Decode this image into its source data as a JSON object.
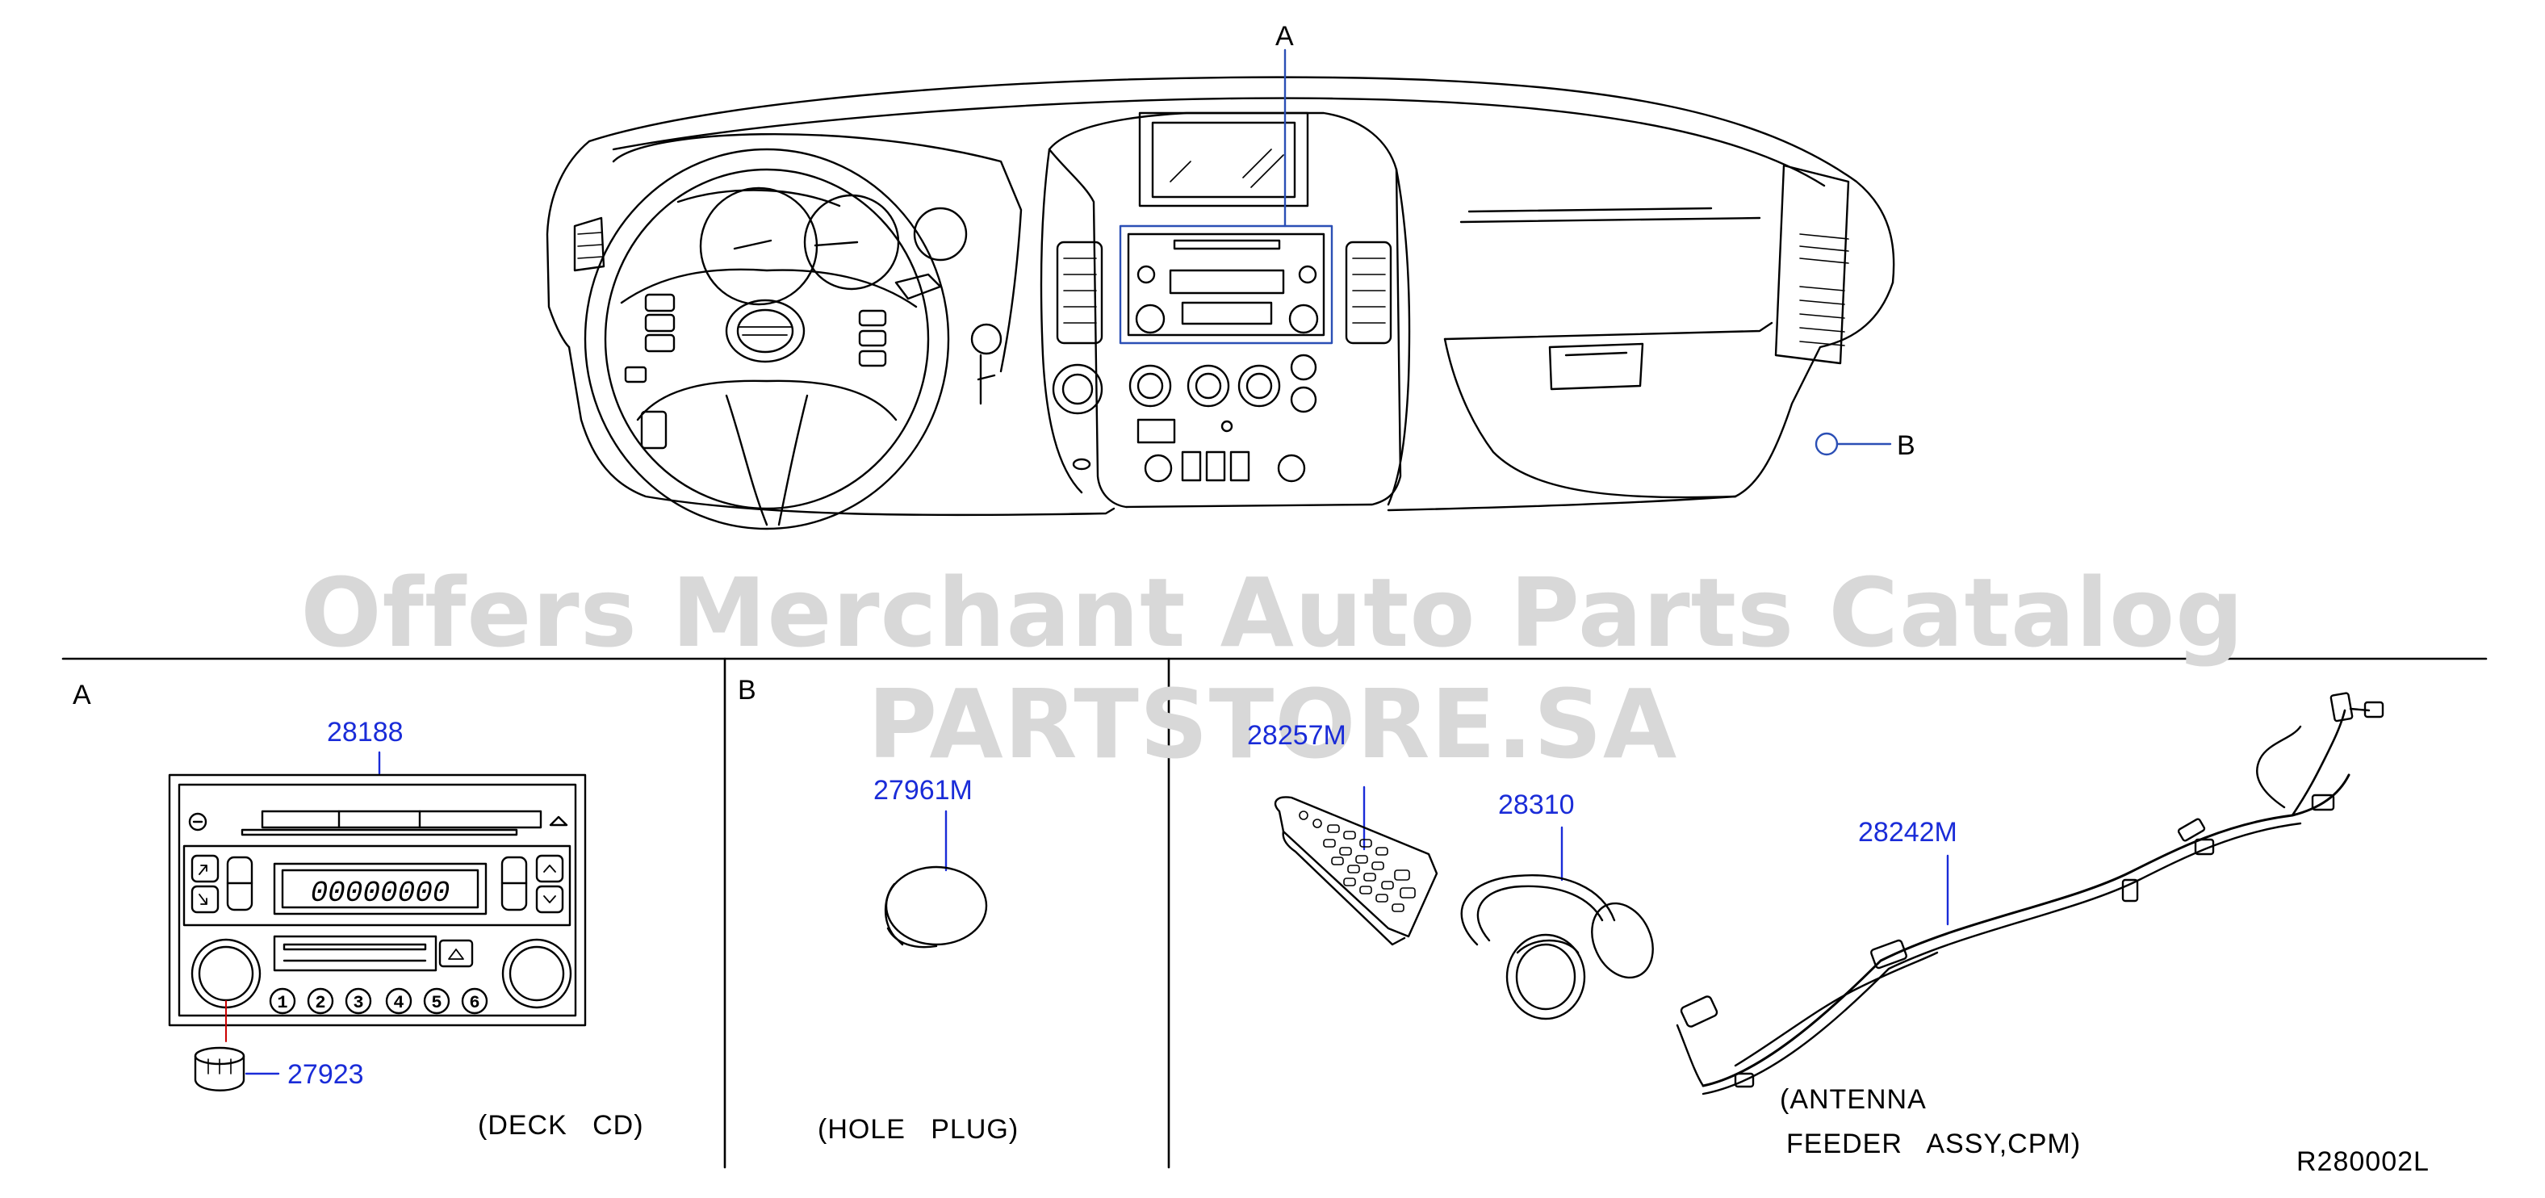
{
  "watermark": "Offers Merchant Auto Parts Catalog PARTSTORE.SA",
  "callouts": {
    "a": "A",
    "b": "B"
  },
  "sections": {
    "a": {
      "label": "A",
      "parts": {
        "deck": "28188",
        "knob": "27923"
      },
      "display_text": "00000000",
      "preset_buttons": [
        "1",
        "2",
        "3",
        "4",
        "5",
        "6"
      ],
      "caption": "(DECK   CD)"
    },
    "b": {
      "label": "B",
      "parts": {
        "plug": "27961M"
      },
      "caption": "(HOLE   PLUG)"
    },
    "c": {
      "parts": {
        "remote": "28257M",
        "headphones": "28310",
        "feeder": "28242M"
      },
      "caption_line1": "(ANTENNA",
      "caption_line2": "FEEDER   ASSY,CPM)"
    }
  },
  "diagram_code": "R280002L",
  "colors": {
    "part_number": "#1a2cd8",
    "line": "#000000",
    "watermark": "#d8d8d8"
  }
}
